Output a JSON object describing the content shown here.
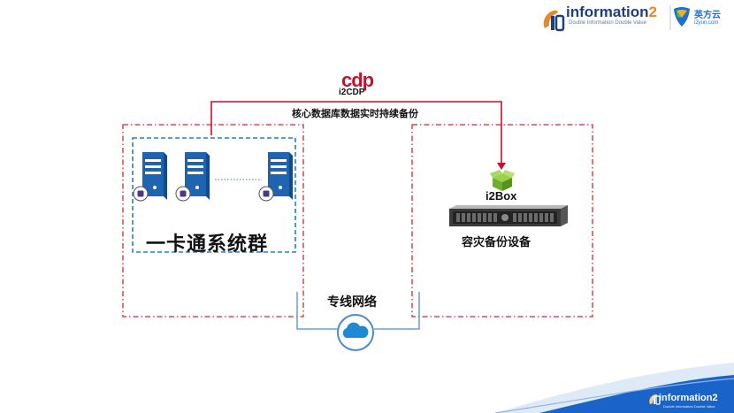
{
  "header": {
    "brand_prefix": "information",
    "brand_suffix": "2",
    "brand_tagline": "Double Information Double Value",
    "partner_name": "英方云",
    "partner_domain": "i2yun.com"
  },
  "diagram": {
    "cdp_logo_text": "cdp",
    "cdp_label": "i2CDP",
    "flow_label": "核心数据库数据实时持续备份",
    "source_group_label": "一卡通系统群",
    "target_box_label": "i2Box",
    "target_device_label": "容灾备份设备",
    "network_label": "专线网络"
  },
  "footer": {
    "brand_prefix": "information",
    "brand_suffix": "2",
    "brand_tagline": "Double Information Double Value"
  },
  "colors": {
    "red_dash": "#d9262c",
    "blue_dash": "#2a7fc9",
    "server_blue": "#1e64b0",
    "flow_line": "#c8102e",
    "footer_blue": "#1a63c8"
  }
}
